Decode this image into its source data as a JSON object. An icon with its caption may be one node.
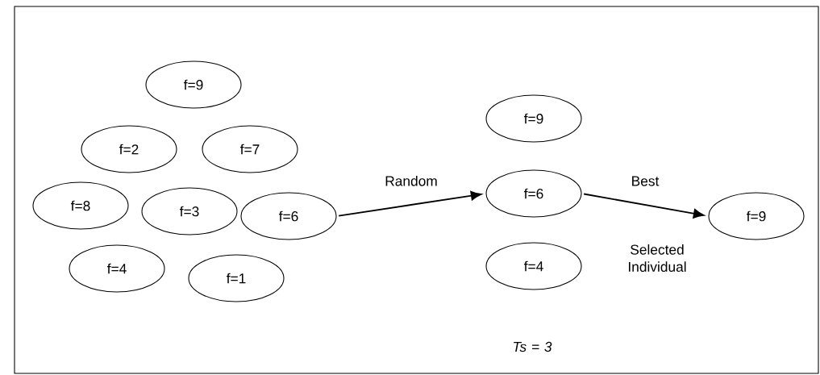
{
  "diagram": {
    "nodes": [
      {
        "text": [
          "f=9"
        ]
      },
      {
        "text": [
          "f=2"
        ]
      },
      {
        "text": [
          "f=7"
        ]
      },
      {
        "text": [
          "f=8"
        ]
      },
      {
        "text": [
          "f=3"
        ]
      },
      {
        "text": [
          "f=6"
        ]
      },
      {
        "text": [
          "f=4"
        ]
      },
      {
        "text": [
          "f=1"
        ]
      },
      {
        "text": [
          "f=9"
        ]
      },
      {
        "text": [
          "f=6"
        ]
      },
      {
        "text": [
          "f=4"
        ]
      },
      {
        "text": [
          "f=9"
        ]
      }
    ],
    "edges": [
      {
        "from": 5,
        "to": 9,
        "arrow": "to",
        "label": "Random"
      },
      {
        "from": 9,
        "to": 11,
        "arrow": "to",
        "label": "Best"
      }
    ],
    "labels": [
      "Selected Individual",
      "*Ts = 3*"
    ]
  }
}
